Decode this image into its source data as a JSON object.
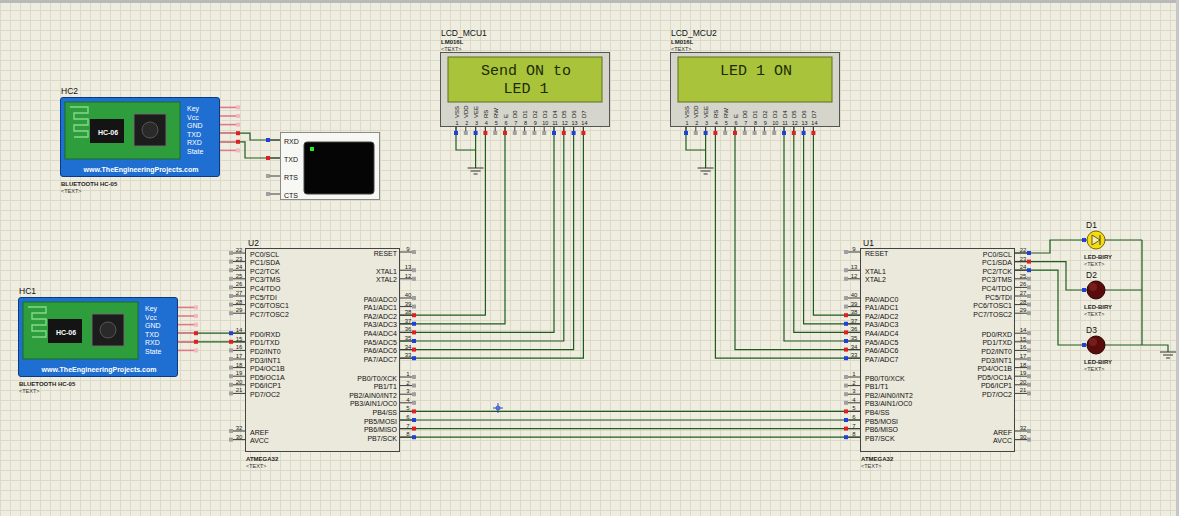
{
  "diagram": {
    "nodes": [
      {
        "text": [
          "HC2",
          "HC-06",
          "Key",
          "Vcc",
          "GND",
          "TXD",
          "RXD",
          "State",
          "www.TheEngineeringProjects.com",
          "BLUETOOTH HC-05",
          "<TEXT>"
        ]
      },
      {
        "text": [
          "RXD",
          "TXD",
          "RTS",
          "CTS"
        ]
      },
      {
        "text": [
          "LCD_MCU1",
          "LM016L",
          "<TEXT>",
          "Send ON to",
          "LED 1",
          "VSS",
          "VDD",
          "VEE",
          "RS",
          "RW",
          "E",
          "D0",
          "D1",
          "D2",
          "D3",
          "D4",
          "D5",
          "D6",
          "D7",
          "1",
          "2",
          "3",
          "4",
          "5",
          "6",
          "7",
          "8",
          "9",
          "10",
          "11",
          "12",
          "13",
          "14"
        ]
      },
      {
        "text": [
          "LCD_MCU2",
          "LM016L",
          "<TEXT>",
          "LED 1 ON",
          "VSS",
          "VDD",
          "VEE",
          "RS",
          "RW",
          "E",
          "D0",
          "D1",
          "D2",
          "D3",
          "D4",
          "D5",
          "D6",
          "D7",
          "1",
          "2",
          "3",
          "4",
          "5",
          "6",
          "7",
          "8",
          "9",
          "10",
          "11",
          "12",
          "13",
          "14"
        ]
      },
      {
        "text": [
          "HC1",
          "HC-06",
          "Key",
          "Vcc",
          "GND",
          "TXD",
          "RXD",
          "State",
          "www.TheEngineeringProjects.com",
          "BLUETOOTH HC-05",
          "<TEXT>"
        ]
      },
      {
        "text": [
          "U2",
          "ATMEGA32",
          "<TEXT>",
          "PC0/SCL",
          "PC1/SDA",
          "PC2/TCK",
          "PC3/TMS",
          "PC4/TDO",
          "PC5/TDI",
          "PC6/TOSC1",
          "PC7/TOSC2",
          "PD0/RXD",
          "PD1/TXD",
          "PD2/INT0",
          "PD3/INT1",
          "PD4/OC1B",
          "PD5/OC1A",
          "PD6/ICP1",
          "PD7/OC2",
          "AREF",
          "AVCC",
          "RESET",
          "XTAL1",
          "XTAL2",
          "PA0/ADC0",
          "PA1/ADC1",
          "PA2/ADC2",
          "PA3/ADC3",
          "PA4/ADC4",
          "PA5/ADC5",
          "PA6/ADC6",
          "PA7/ADC7",
          "PB0/T0/XCK",
          "PB1/T1",
          "PB2/AIN0/INT2",
          "PB3/AIN1/OC0",
          "PB4/SS",
          "PB5/MOSI",
          "PB6/MISO",
          "PB7/SCK",
          "22",
          "23",
          "24",
          "25",
          "26",
          "27",
          "28",
          "29",
          "14",
          "15",
          "16",
          "17",
          "18",
          "19",
          "20",
          "21",
          "32",
          "30",
          "9",
          "13",
          "12",
          "40",
          "39",
          "38",
          "37",
          "36",
          "35",
          "34",
          "33",
          "1",
          "2",
          "3",
          "4",
          "5",
          "6",
          "7",
          "8"
        ]
      },
      {
        "text": [
          "U1",
          "ATMEGA32",
          "<TEXT>",
          "RESET",
          "XTAL1",
          "XTAL2",
          "PA0/ADC0",
          "PA1/ADC1",
          "PA2/ADC2",
          "PA3/ADC3",
          "PA4/ADC4",
          "PA5/ADC5",
          "PA6/ADC6",
          "PA7/ADC7",
          "PB0/T0/XCK",
          "PB1/T1",
          "PB2/AIN0/INT2",
          "PB3/AIN1/OC0",
          "PB4/SS",
          "PB5/MOSI",
          "PB6/MISO",
          "PB7/SCK",
          "PC0/SCL",
          "PC1/SDA",
          "PC2/TCK",
          "PC3/TMS",
          "PC4/TDO",
          "PC5/TDI",
          "PC6/TOSC1",
          "PC7/TOSC2",
          "PD0/RXD",
          "PD1/TXD",
          "PD2/INT0",
          "PD3/INT1",
          "PD4/OC1B",
          "PD5/OC1A",
          "PD6/ICP1",
          "PD7/OC2",
          "AREF",
          "AVCC",
          "9",
          "13",
          "12",
          "40",
          "39",
          "38",
          "37",
          "36",
          "35",
          "34",
          "33",
          "1",
          "2",
          "3",
          "4",
          "5",
          "6",
          "7",
          "8",
          "22",
          "23",
          "24",
          "25",
          "26",
          "27",
          "28",
          "29",
          "14",
          "15",
          "16",
          "17",
          "18",
          "19",
          "20",
          "21",
          "32",
          "30"
        ]
      },
      {
        "text": [
          "D1",
          "LED-BIRY",
          "<TEXT>"
        ]
      },
      {
        "text": [
          "D2",
          "LED-BIRY",
          "<TEXT>"
        ]
      },
      {
        "text": [
          "D3",
          "LED-BIRY",
          "<TEXT>"
        ]
      }
    ],
    "edges": [
      {
        "from": 0,
        "to": 1,
        "arrow": "none"
      },
      {
        "from": 0,
        "to": 1,
        "arrow": "none"
      },
      {
        "from": 4,
        "to": 5,
        "arrow": "none"
      },
      {
        "from": 4,
        "to": 5,
        "arrow": "none"
      },
      {
        "from": 2,
        "to": 5,
        "arrow": "none"
      },
      {
        "from": 2,
        "to": 5,
        "arrow": "none"
      },
      {
        "from": 2,
        "to": 5,
        "arrow": "none"
      },
      {
        "from": 2,
        "to": 5,
        "arrow": "none"
      },
      {
        "from": 2,
        "to": 5,
        "arrow": "none"
      },
      {
        "from": 2,
        "to": 5,
        "arrow": "none"
      },
      {
        "from": 3,
        "to": 6,
        "arrow": "none"
      },
      {
        "from": 3,
        "to": 6,
        "arrow": "none"
      },
      {
        "from": 3,
        "to": 6,
        "arrow": "none"
      },
      {
        "from": 3,
        "to": 6,
        "arrow": "none"
      },
      {
        "from": 3,
        "to": 6,
        "arrow": "none"
      },
      {
        "from": 3,
        "to": 6,
        "arrow": "none"
      },
      {
        "from": 5,
        "to": 6,
        "arrow": "none"
      },
      {
        "from": 5,
        "to": 6,
        "arrow": "none"
      },
      {
        "from": 5,
        "to": 6,
        "arrow": "none"
      },
      {
        "from": 5,
        "to": 6,
        "arrow": "none"
      },
      {
        "from": 6,
        "to": 7,
        "arrow": "none"
      },
      {
        "from": 6,
        "to": 8,
        "arrow": "none"
      },
      {
        "from": 6,
        "to": 9,
        "arrow": "none"
      }
    ]
  }
}
